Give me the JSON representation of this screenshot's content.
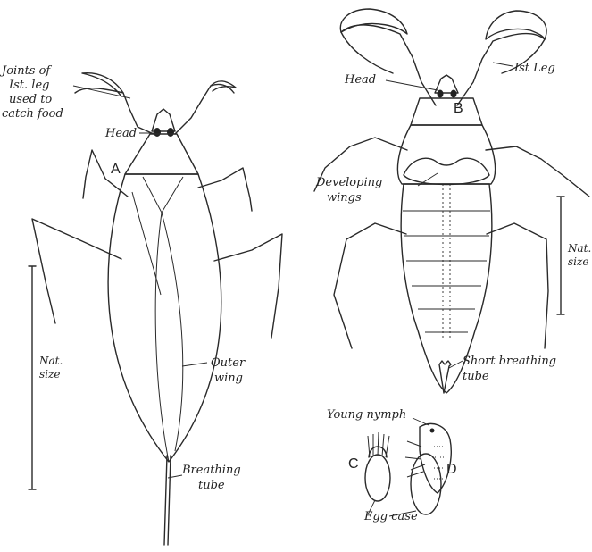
{
  "figure": {
    "bug_a": {
      "letter": "A",
      "label_joints": [
        "Joints of",
        "Ist. leg",
        "used to",
        "catch food"
      ],
      "label_head": "Head",
      "label_outer_wing": [
        "Outer",
        "wing"
      ],
      "label_breathing_tube": [
        "Breathing",
        "tube"
      ],
      "label_nat_size": [
        "Nat.",
        "size"
      ]
    },
    "bug_b": {
      "letter": "B",
      "label_head": "Head",
      "label_first_leg": "Ist Leg",
      "label_developing_wings": [
        "Developing",
        "wings"
      ],
      "label_nat_size": [
        "Nat.",
        "size"
      ],
      "label_short_tube": [
        "Short breathing",
        "tube"
      ]
    },
    "nymph": {
      "letter_c": "C",
      "letter_d": "D",
      "label_young_nymph": "Young nymph",
      "label_egg_case": "Egg case"
    }
  }
}
